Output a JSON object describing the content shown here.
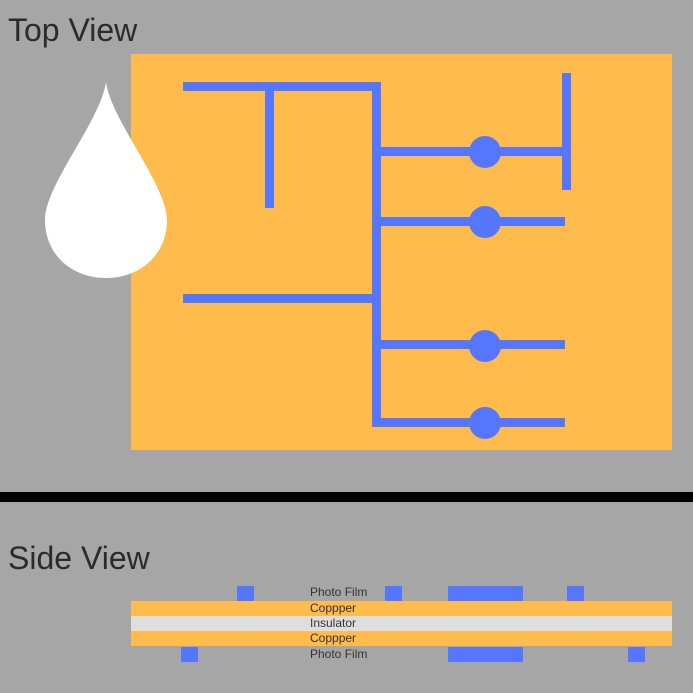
{
  "top_view": {
    "title": "Top View"
  },
  "side_view": {
    "title": "Side View",
    "layers": [
      {
        "label": "Photo Film"
      },
      {
        "label": "Coppper"
      },
      {
        "label": "Insulator"
      },
      {
        "label": "Coppper"
      },
      {
        "label": "Photo Film"
      }
    ]
  },
  "colors": {
    "background": "#a6a6a6",
    "board": "#ffbb4b",
    "trace": "#5577ff",
    "insulator": "#dedede",
    "droplet": "#ffffff",
    "divider": "#000000",
    "text": "#2b2b2b"
  },
  "icons": {
    "droplet": "water-drop-icon"
  }
}
